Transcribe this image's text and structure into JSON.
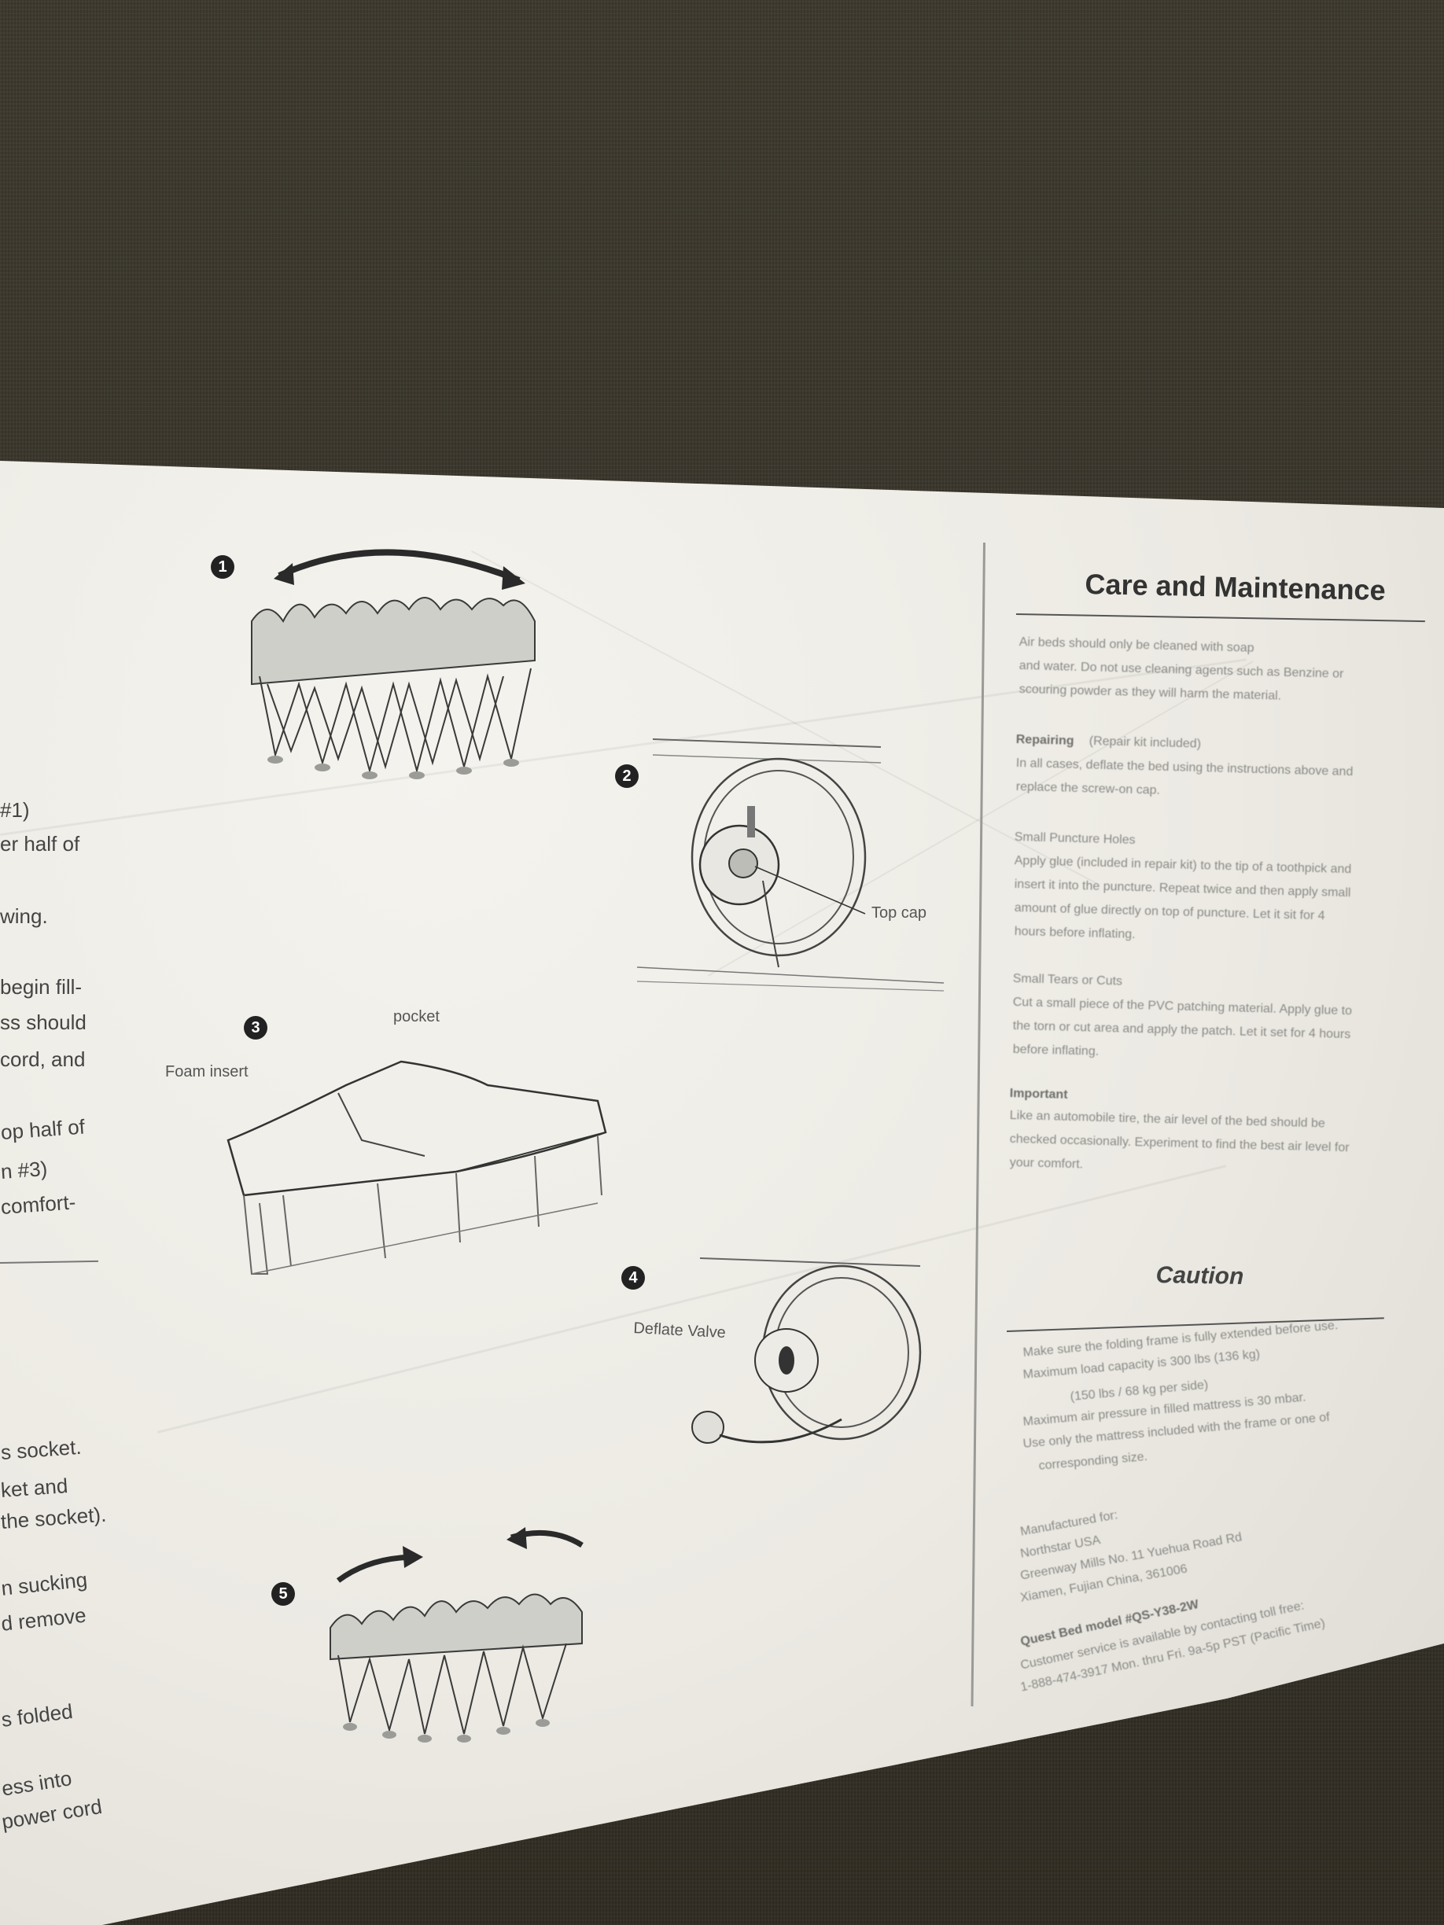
{
  "left_column_fragments": [
    "#1)",
    "er half of",
    "wing.",
    "begin fill-",
    "ss should",
    "cord, and",
    "op half of",
    "n #3)",
    "comfort-",
    "s socket.",
    "ket and",
    "the socket).",
    "n sucking",
    "d remove",
    "s folded",
    "ess into",
    "power cord"
  ],
  "steps": [
    "1",
    "2",
    "3",
    "4",
    "5"
  ],
  "labels": {
    "top_cap": "Top cap",
    "pocket": "pocket",
    "foam_insert": "Foam insert",
    "deflate_valve": "Deflate Valve"
  },
  "care": {
    "title": "Care and Maintenance",
    "intro": [
      "Air beds should only be cleaned with soap",
      "and water. Do not use cleaning agents such as Benzine or",
      "scouring powder as they will harm the material."
    ],
    "repairing_heading": "Repairing",
    "repairing_note": "(Repair kit included)",
    "repairing_text": [
      "In all cases, deflate the bed using the instructions above and",
      "replace the screw-on cap."
    ],
    "punctures_heading": "Small Puncture Holes",
    "punctures_text": [
      "Apply glue (included in repair kit) to the tip of a toothpick and",
      "insert it into the puncture. Repeat twice and then apply small",
      "amount of glue directly on top of puncture. Let it sit for 4",
      "hours before inflating."
    ],
    "tears_heading": "Small Tears or Cuts",
    "tears_text": [
      "Cut a small piece of the PVC patching material. Apply glue to",
      "the torn or cut area and apply the patch. Let it set for 4 hours",
      "before inflating."
    ],
    "important_heading": "Important",
    "important_text": [
      "Like an automobile tire, the air level of the bed should be",
      "checked occasionally. Experiment to find the best air level for",
      "your comfort."
    ]
  },
  "caution": {
    "title": "Caution",
    "items": [
      "Make sure the folding frame is fully extended before use.",
      "Maximum load capacity is 300 lbs (136 kg)",
      "(150 lbs / 68 kg per side)",
      "Maximum air pressure in filled mattress is 30 mbar.",
      "Use only the mattress included with the frame or one of",
      "corresponding size."
    ]
  },
  "manufacturer": {
    "heading": "Manufactured for:",
    "lines": [
      "Northstar USA",
      "Greenway Mills No. 11 Yuehua Road Rd",
      "Xiamen, Fujian China, 361006"
    ],
    "model": "Quest Bed   model #QS-Y38-2W",
    "service": [
      "Customer service is available by contacting toll free:",
      "1-888-474-3917 Mon. thru Fri. 9a-5p PST (Pacific Time)"
    ]
  }
}
